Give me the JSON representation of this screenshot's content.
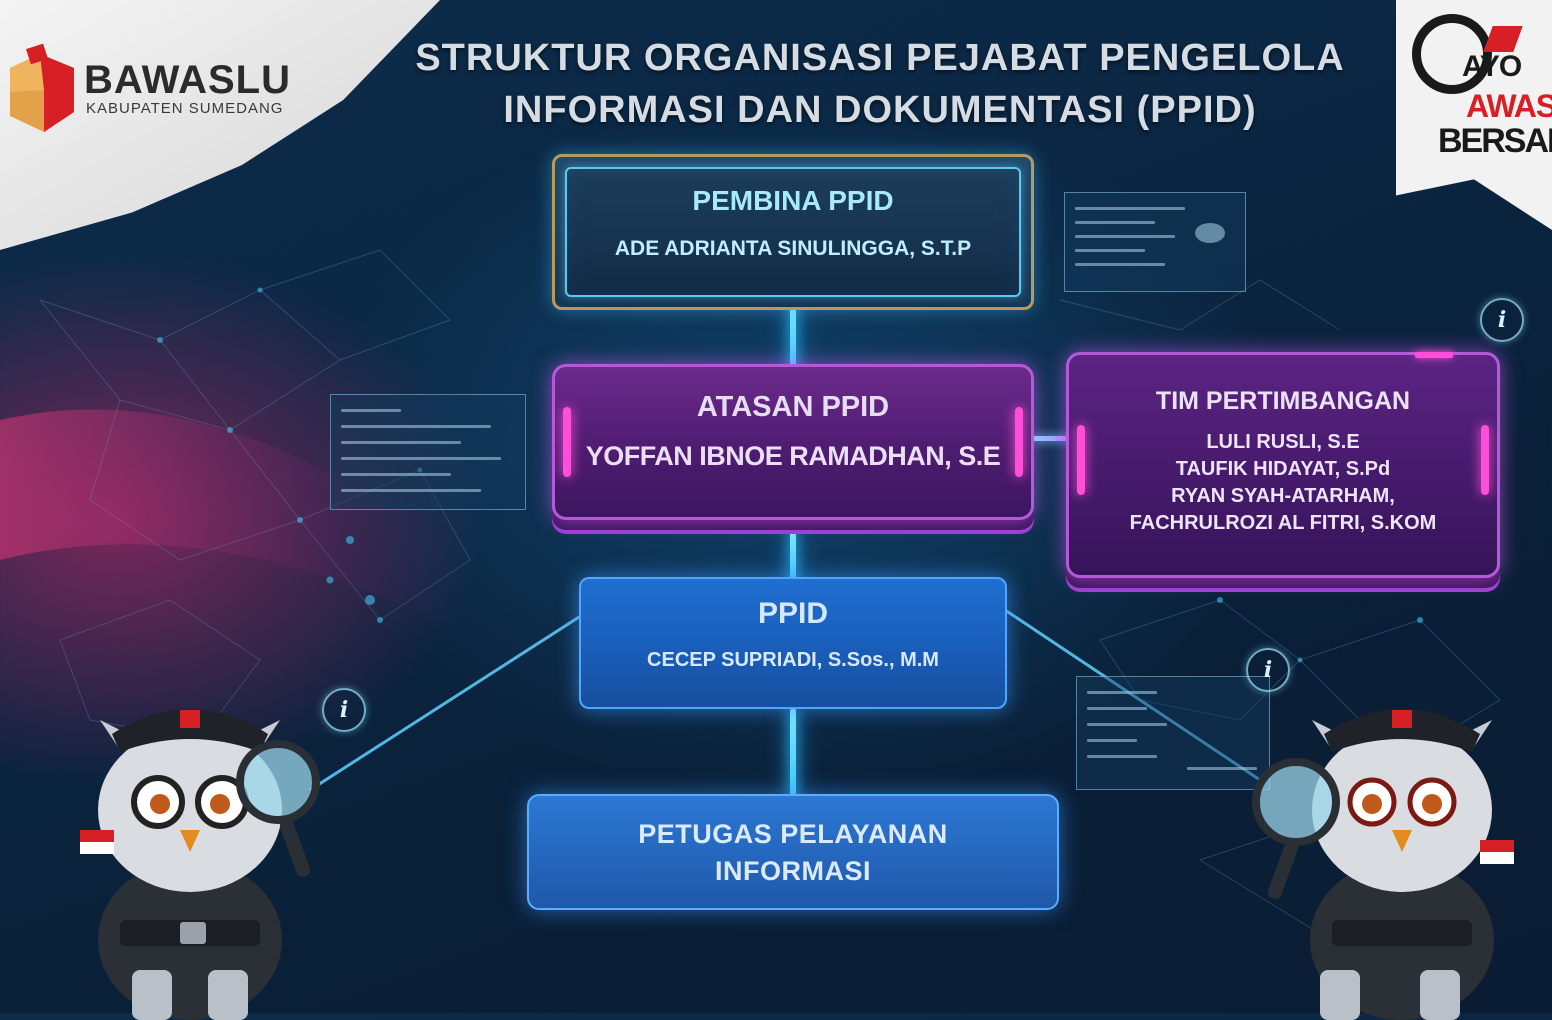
{
  "header": {
    "logo": {
      "name": "BAWASLU",
      "subtitle": "KABUPATEN SUMEDANG",
      "colors": {
        "red": "#d62026",
        "gold": "#e3a24a",
        "gray": "#2b2b2b"
      }
    },
    "badge": {
      "line1": "AYO",
      "line2": "AWASI",
      "line3": "BERSAMA",
      "colors": {
        "accent": "#d62026",
        "text": "#1a1a1a"
      }
    },
    "title": {
      "line1": "STRUKTUR ORGANISASI PEJABAT PENGELOLA",
      "line2": "INFORMASI DAN DOKUMENTASI (PPID)"
    }
  },
  "org": {
    "pembina": {
      "role": "PEMBINA PPID",
      "name": "ADE ADRIANTA SINULINGGA, S.T.P"
    },
    "atasan": {
      "role": "ATASAN PPID",
      "name": "YOFFAN IBNOE RAMADHAN, S.E"
    },
    "tim": {
      "role": "TIM PERTIMBANGAN",
      "members": [
        "LULI RUSLI, S.E",
        "TAUFIK HIDAYAT, S.Pd",
        "RYAN SYAH-ATARHAM,",
        "FACHRULROZI AL FITRI, S.KOM"
      ]
    },
    "ppid": {
      "role": "PPID",
      "name": "CECEP SUPRIADI, S.Sos., M.M"
    },
    "petugas": {
      "role_line1": "PETUGAS PELAYANAN",
      "role_line2": "INFORMASI"
    }
  },
  "decor": {
    "info_icon": {
      "name": "info-icon",
      "glyph": "i"
    },
    "mascots": [
      "owl-detective-left",
      "owl-detective-right"
    ],
    "colors": {
      "cyan_glow": "#39c4ff",
      "purple": "#b45ad8",
      "pink": "#ff4fd8",
      "blue": "#1f6fd0"
    }
  }
}
